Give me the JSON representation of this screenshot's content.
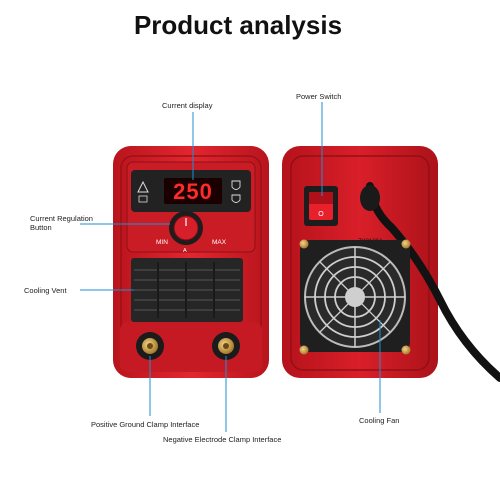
{
  "title": "Product analysis",
  "labels": {
    "current_display": "Current display",
    "power_switch": "Power Switch",
    "current_regulation": "Current Regulation Button",
    "cooling_vent": "Cooling Vent",
    "positive_clamp": "Positive Ground Clamp Interface",
    "negative_clamp": "Negative Electrode Clamp Interface",
    "cooling_fan": "Cooling Fan"
  },
  "device": {
    "display_value": "250",
    "knob_min": "MIN",
    "knob_max": "MAX",
    "knob_unit": "A",
    "model_tag": "ZX8180A",
    "power_symbol": "O"
  },
  "colors": {
    "body_red": "#d61f2a",
    "dark_red": "#a5141c",
    "panel_dark": "#1e1e1e",
    "led_red": "#ff2a2a",
    "callout_blue": "#1f8fd6"
  }
}
